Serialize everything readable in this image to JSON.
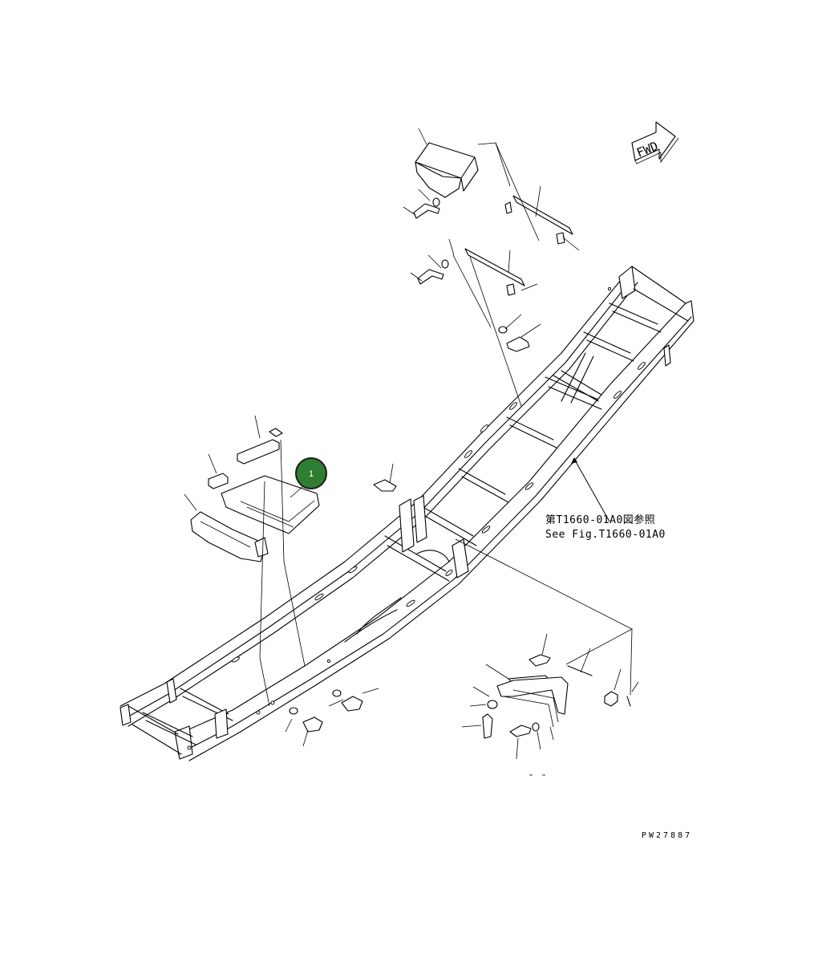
{
  "diagram": {
    "direction_label": "FWD",
    "reference_jp": "第T1660-01A0図参照",
    "reference_en": "See Fig.T1660-01A0",
    "drawing_code": "PW27887",
    "callout": {
      "number": "1",
      "color": "#2e7d32",
      "border": "#1b1b1b"
    }
  }
}
